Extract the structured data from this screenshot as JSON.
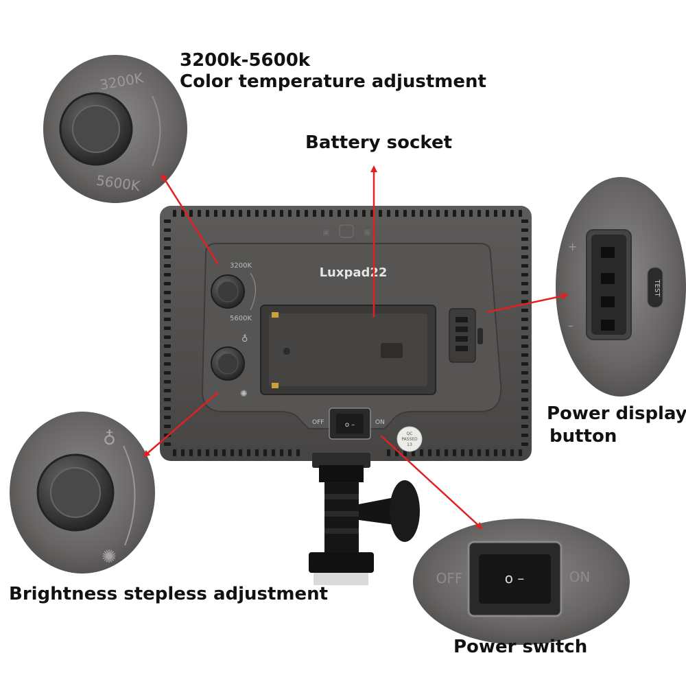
{
  "callouts": {
    "color_temp_range": "3200k-5600k",
    "color_temp_title": "Color temperature adjustment",
    "battery_socket": "Battery socket",
    "power_display_line1": "Power display",
    "power_display_line2": "button",
    "brightness": "Brightness stepless adjustment",
    "power_switch": "Power switch"
  },
  "device": {
    "model": "Luxpad22",
    "dial_top": "3200K",
    "dial_bottom": "5600K",
    "switch_off": "OFF",
    "switch_on": "ON",
    "qc_line1": "QC",
    "qc_line2": "PASSED",
    "qc_line3": "13",
    "test_button": "TEST"
  },
  "icons": {
    "bulb_dim": "bulb-outline-icon",
    "bulb_bright": "bulb-bright-icon"
  },
  "colors": {
    "arrow": "#e32020",
    "body": "#4e4c4b",
    "panel": "#5a5857",
    "knob": "#3a3838"
  }
}
